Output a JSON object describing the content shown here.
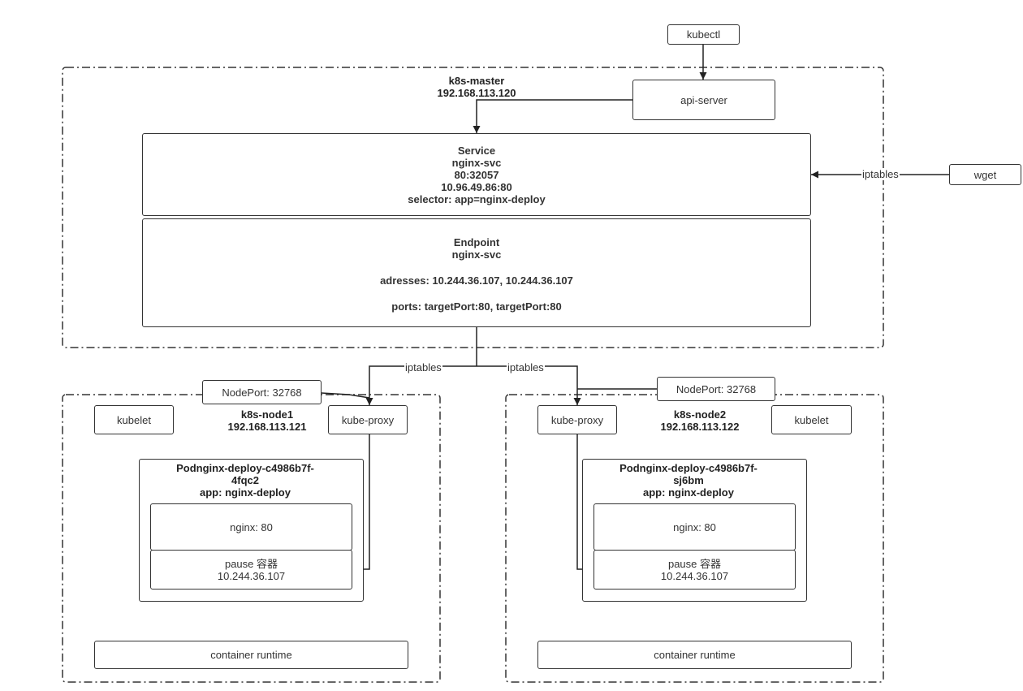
{
  "kubectl": "kubectl",
  "api_server": "api-server",
  "wget": "wget",
  "master": {
    "name": "k8s-master",
    "ip": "192.168.113.120"
  },
  "service": {
    "title": "Service",
    "name": "nginx-svc",
    "port": "80:32057",
    "cluster_ip": "10.96.49.86:80",
    "selector": "selector: app=nginx-deploy"
  },
  "endpoint": {
    "title": "Endpoint",
    "name": "nginx-svc",
    "addresses": "adresses: 10.244.36.107, 10.244.36.107",
    "ports": "ports: targetPort:80, targetPort:80"
  },
  "edge_labels": {
    "iptables_wget": "iptables",
    "iptables_left": "iptables",
    "iptables_right": "iptables"
  },
  "node1": {
    "nodeport": "NodePort: 32768",
    "name": "k8s-node1",
    "ip": "192.168.113.121",
    "kubelet": "kubelet",
    "kube_proxy": "kube-proxy",
    "pod_title_line1": "Podnginx-deploy-c4986b7f-",
    "pod_title_line2": "4fqc2",
    "pod_label": "app: nginx-deploy",
    "nginx": "nginx: 80",
    "pause": "pause 容器",
    "pause_ip": "10.244.36.107",
    "runtime": "container runtime"
  },
  "node2": {
    "nodeport": "NodePort: 32768",
    "name": "k8s-node2",
    "ip": "192.168.113.122",
    "kubelet": "kubelet",
    "kube_proxy": "kube-proxy",
    "pod_title_line1": "Podnginx-deploy-c4986b7f-",
    "pod_title_line2": "sj6bm",
    "pod_label": "app: nginx-deploy",
    "nginx": "nginx: 80",
    "pause": "pause 容器",
    "pause_ip": "10.244.36.107",
    "runtime": "container runtime"
  }
}
